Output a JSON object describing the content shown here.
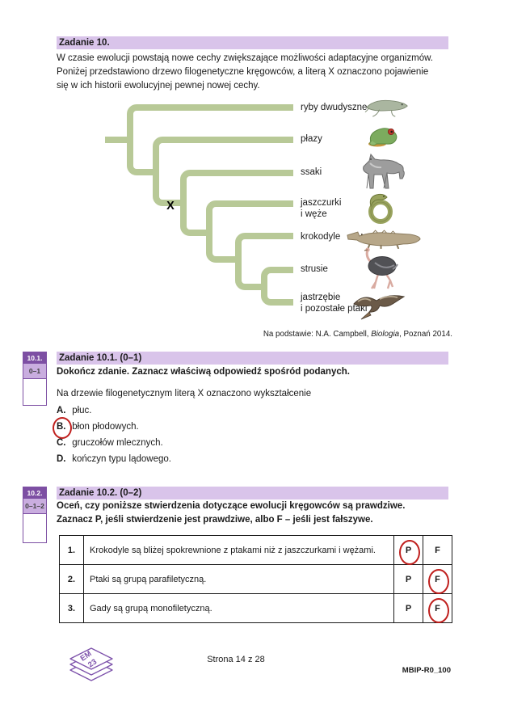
{
  "page": {
    "footer_page": "Strona 14 z 28",
    "footer_code": "MBIP-R0_100",
    "logo_line1": "EM",
    "logo_line2": "23"
  },
  "colors": {
    "header_bar": "#d9c4ea",
    "purple_dark": "#7d4fa3",
    "purple_light": "#c9addf",
    "tree_green": "#b8c997",
    "annotation_red": "#c0201e"
  },
  "task10": {
    "header": "Zadanie 10.",
    "intro_lines": [
      "W czasie ewolucji powstają nowe cechy zwiększające możliwości adaptacyjne organizmów.",
      "Poniżej przedstawiono drzewo filogenetyczne kręgowców, a literą X oznaczono pojawienie",
      "się w ich historii ewolucyjnej pewnej nowej cechy."
    ],
    "tree": {
      "x_label": "X",
      "taxa": [
        {
          "line1": "ryby dwudyszne",
          "line2": ""
        },
        {
          "line1": "płazy",
          "line2": ""
        },
        {
          "line1": "ssaki",
          "line2": ""
        },
        {
          "line1": "jaszczurki",
          "line2": "i węże"
        },
        {
          "line1": "krokodyle",
          "line2": ""
        },
        {
          "line1": "strusie",
          "line2": ""
        },
        {
          "line1": "jastrzębie",
          "line2": "i pozostałe ptaki"
        }
      ]
    },
    "source": {
      "prefix": "Na podstawie: N.A. Campbell, ",
      "title_italic": "Biologia",
      "suffix": ", Poznań 2014."
    }
  },
  "task101": {
    "margin_id": "10.1.",
    "margin_points": "0–1",
    "header": "Zadanie 10.1. (0–1)",
    "instruction": "Dokończ zdanie. Zaznacz właściwą odpowiedź spośród podanych.",
    "stem": "Na drzewie filogenetycznym literą X oznaczono wykształcenie",
    "options": [
      {
        "letter": "A.",
        "text": "płuc."
      },
      {
        "letter": "B.",
        "text": "błon płodowych."
      },
      {
        "letter": "C.",
        "text": "gruczołów mlecznych."
      },
      {
        "letter": "D.",
        "text": "kończyn typu lądowego."
      }
    ],
    "selected_letter": "B."
  },
  "task102": {
    "margin_id": "10.2.",
    "margin_points": "0–1–2",
    "header": "Zadanie 10.2. (0–2)",
    "instruction_lines": [
      "Oceń, czy poniższe stwierdzenia dotyczące ewolucji kręgowców są prawdziwe.",
      "Zaznacz P, jeśli stwierdzenie jest prawdziwe, albo F – jeśli jest fałszywe."
    ],
    "table": {
      "rows": [
        {
          "num": "1.",
          "statement": "Krokodyle są bliżej spokrewnione z ptakami niż z jaszczurkami i wężami.",
          "p": "P",
          "f": "F",
          "circled": "P"
        },
        {
          "num": "2.",
          "statement": "Ptaki są grupą parafiletyczną.",
          "p": "P",
          "f": "F",
          "circled": "F"
        },
        {
          "num": "3.",
          "statement": "Gady są grupą monofiletyczną.",
          "p": "P",
          "f": "F",
          "circled": "F"
        }
      ]
    }
  }
}
